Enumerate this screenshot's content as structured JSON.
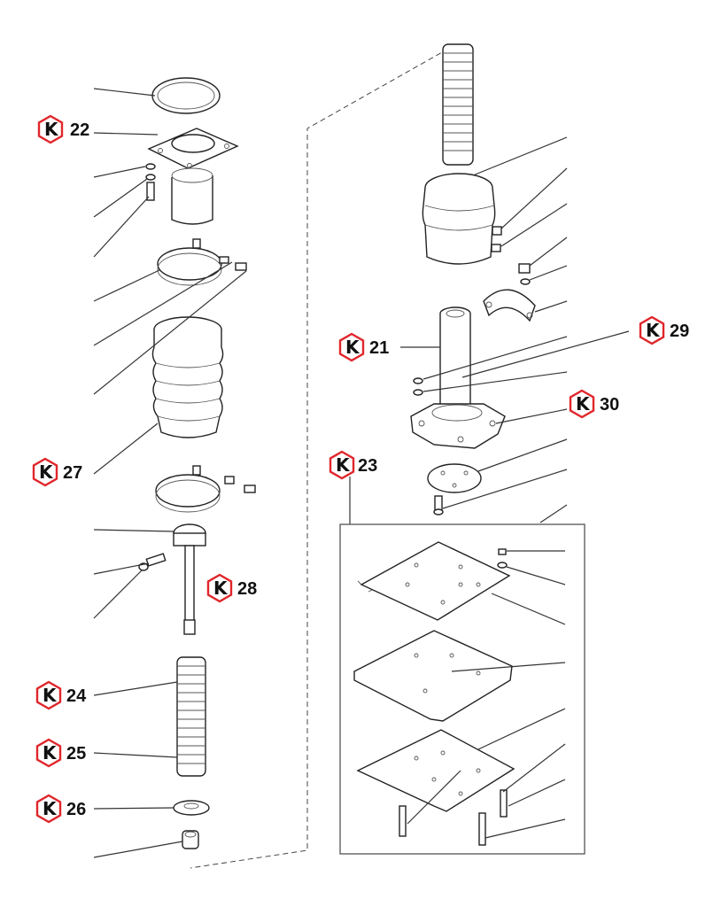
{
  "diagram": {
    "type": "exploded-parts-view",
    "callout_prefix_glyph": "K",
    "marker_color": "#e0262b",
    "callouts": [
      {
        "id": "k22",
        "number": "22"
      },
      {
        "id": "k27",
        "number": "27"
      },
      {
        "id": "k28",
        "number": "28"
      },
      {
        "id": "k24",
        "number": "24"
      },
      {
        "id": "k25",
        "number": "25"
      },
      {
        "id": "k26",
        "number": "26"
      },
      {
        "id": "k21",
        "number": "21"
      },
      {
        "id": "k29",
        "number": "29"
      },
      {
        "id": "k30",
        "number": "30"
      },
      {
        "id": "k23",
        "number": "23"
      }
    ]
  }
}
